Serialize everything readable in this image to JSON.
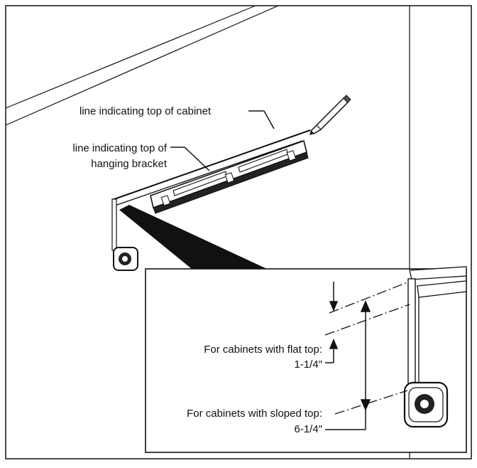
{
  "labels": {
    "cabinet_top_line": "line indicating top of cabinet",
    "bracket_top_line_1": "line indicating top of",
    "bracket_top_line_2": "hanging bracket",
    "flat_top_1": "For cabinets with flat top:",
    "flat_top_2": "1-1/4″",
    "sloped_top_1": "For cabinets with sloped top:",
    "sloped_top_2": "6-1/4″"
  },
  "colors": {
    "ink": "#111111",
    "background": "#ffffff"
  },
  "icons": [
    "pencil-icon",
    "level-tool-icon",
    "tape-measure-icon"
  ]
}
